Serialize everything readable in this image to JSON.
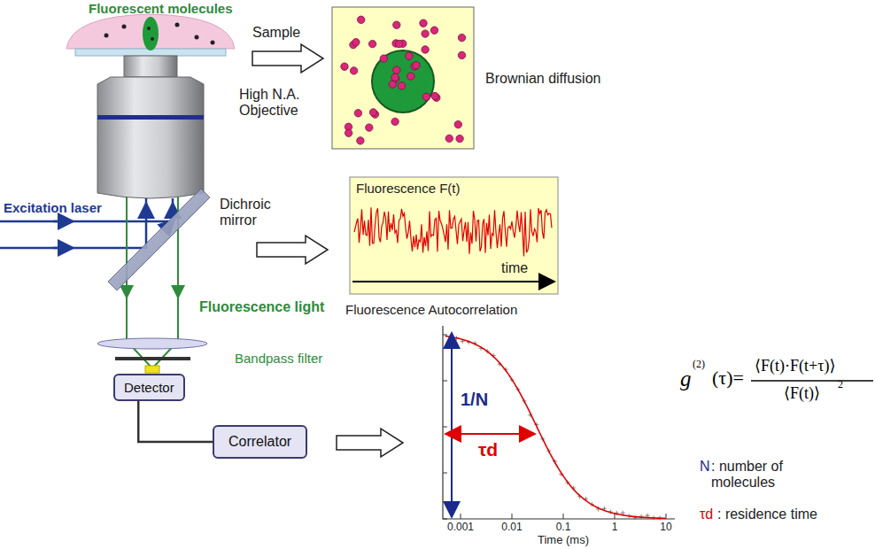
{
  "diagram": {
    "nodes": [
      {
        "text": [
          "Detector"
        ]
      },
      {
        "text": [
          "Correlator"
        ]
      }
    ],
    "edges": [
      {
        "from": 0,
        "to": 1,
        "arrow": "none"
      }
    ],
    "labels": [
      "Fluorescent molecules",
      "Sample",
      "High N.A. Objective",
      "Excitation laser",
      "Dichroic mirror",
      "Fluorescence light",
      "Bandpass filter",
      "Brownian diffusion",
      "Fluorescence F(t)",
      "time",
      "Fluorescence Autocorrelation",
      "1/N",
      "τd",
      "0.001",
      "0.01",
      "0.1",
      "1",
      "10",
      "Time (ms)",
      "g",
      "(2)",
      "(τ)=",
      "⟨F(t)·F(t+τ)⟩",
      "⟨F(t)⟩",
      "2",
      "N",
      ": number of molecules",
      "τd",
      ": residence time"
    ]
  }
}
